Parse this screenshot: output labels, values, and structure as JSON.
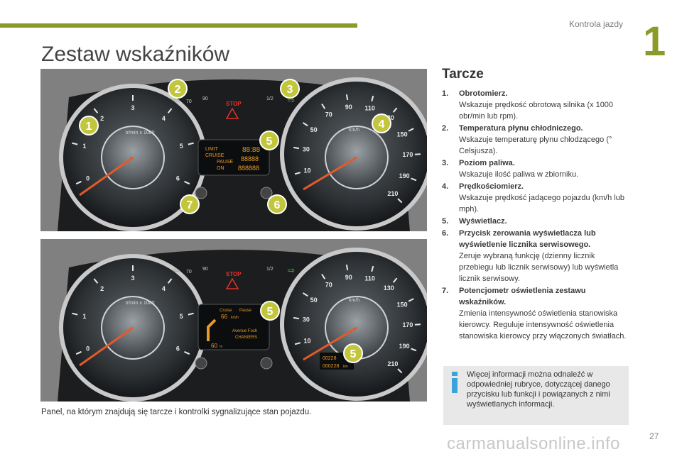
{
  "header": {
    "section_title": "Kontrola jazdy",
    "chapter_number": "1",
    "page_title": "Zestaw wskaźników"
  },
  "colors": {
    "accent": "#8c9a2a",
    "callout": "#c2c63c",
    "panel_bg": "#7f7f7f",
    "info_icon": "#3aa3d8"
  },
  "panel_top": {
    "callouts": [
      "1",
      "2",
      "3",
      "4",
      "5",
      "6",
      "7"
    ],
    "tachometer_ticks": [
      "0",
      "1",
      "2",
      "3",
      "4",
      "5",
      "6"
    ],
    "tachometer_unit": "tr/min x 1000",
    "speed_ticks": [
      "10",
      "30",
      "50",
      "70",
      "90",
      "110",
      "130",
      "150",
      "170",
      "190",
      "210"
    ],
    "speed_unit": "km/h",
    "stop_label": "STOP",
    "left_small_gauge": [
      "70",
      "90"
    ],
    "right_small_gauge": [
      "1/2"
    ],
    "display_lines": [
      "LIMIT",
      "CRUISE",
      "PAUSE",
      "ON"
    ],
    "display_digits": [
      "88:88",
      "88888",
      "888888"
    ]
  },
  "panel_bottom": {
    "callouts": [
      "5",
      "5"
    ],
    "tachometer_ticks": [
      "0",
      "1",
      "2",
      "3",
      "4",
      "5",
      "6"
    ],
    "tachometer_unit": "tr/min x 1000",
    "speed_ticks": [
      "10",
      "30",
      "50",
      "70",
      "90",
      "110",
      "130",
      "150",
      "170",
      "190",
      "210"
    ],
    "speed_unit": "km/h",
    "stop_label": "STOP",
    "left_small_gauge": [
      "70",
      "90"
    ],
    "right_small_gauge": [
      "1/2"
    ],
    "display_cruise": "Cruise",
    "display_pause": "Pause",
    "display_speed": "66",
    "display_speed_unit": "km/h",
    "display_street": "Avenue Foch",
    "display_street2": "CHANIERS",
    "display_distance": "60",
    "display_distance_unit": "m",
    "odometer_1": "00228",
    "odometer_2": "000228",
    "odometer_unit": "km"
  },
  "caption": "Panel, na którym znajdują się tarcze i kontrolki sygnalizujące stan pojazdu.",
  "dials": {
    "heading": "Tarcze",
    "items": [
      {
        "num": "1.",
        "head": "Obrotomierz.",
        "desc": "Wskazuje prędkość obrotową silnika (x 1000 obr/min lub rpm)."
      },
      {
        "num": "2.",
        "head": "Temperatura płynu chłodniczego.",
        "desc": "Wskazuje temperaturę płynu chłodzącego (° Celsjusza)."
      },
      {
        "num": "3.",
        "head": "Poziom paliwa.",
        "desc": "Wskazuje ilość paliwa w zbiorniku."
      },
      {
        "num": "4.",
        "head": "Prędkościomierz.",
        "desc": "Wskazuje prędkość jadącego pojazdu (km/h lub mph)."
      },
      {
        "num": "5.",
        "head": "Wyświetlacz.",
        "desc": ""
      },
      {
        "num": "6.",
        "head": "Przycisk zerowania wyświetlacza lub wyświetlenie licznika serwisowego.",
        "desc": "Zeruje wybraną funkcję (dzienny licznik przebiegu lub licznik serwisowy) lub wyświetla licznik serwisowy."
      },
      {
        "num": "7.",
        "head": "Potencjometr oświetlenia zestawu wskaźników.",
        "desc": "Zmienia intensywność oświetlenia stanowiska kierowcy. Reguluje intensywność oświetlenia stanowiska kierowcy przy włączonych światłach."
      }
    ]
  },
  "info_box": {
    "icon": "info-icon",
    "text": "Więcej informacji można odnaleźć w odpowiedniej rubryce, dotyczącej danego przycisku lub funkcji i powiązanych z nimi wyświetlanych informacji."
  },
  "footer": {
    "page_number": "27",
    "watermark": "carmanualsonline.info"
  }
}
